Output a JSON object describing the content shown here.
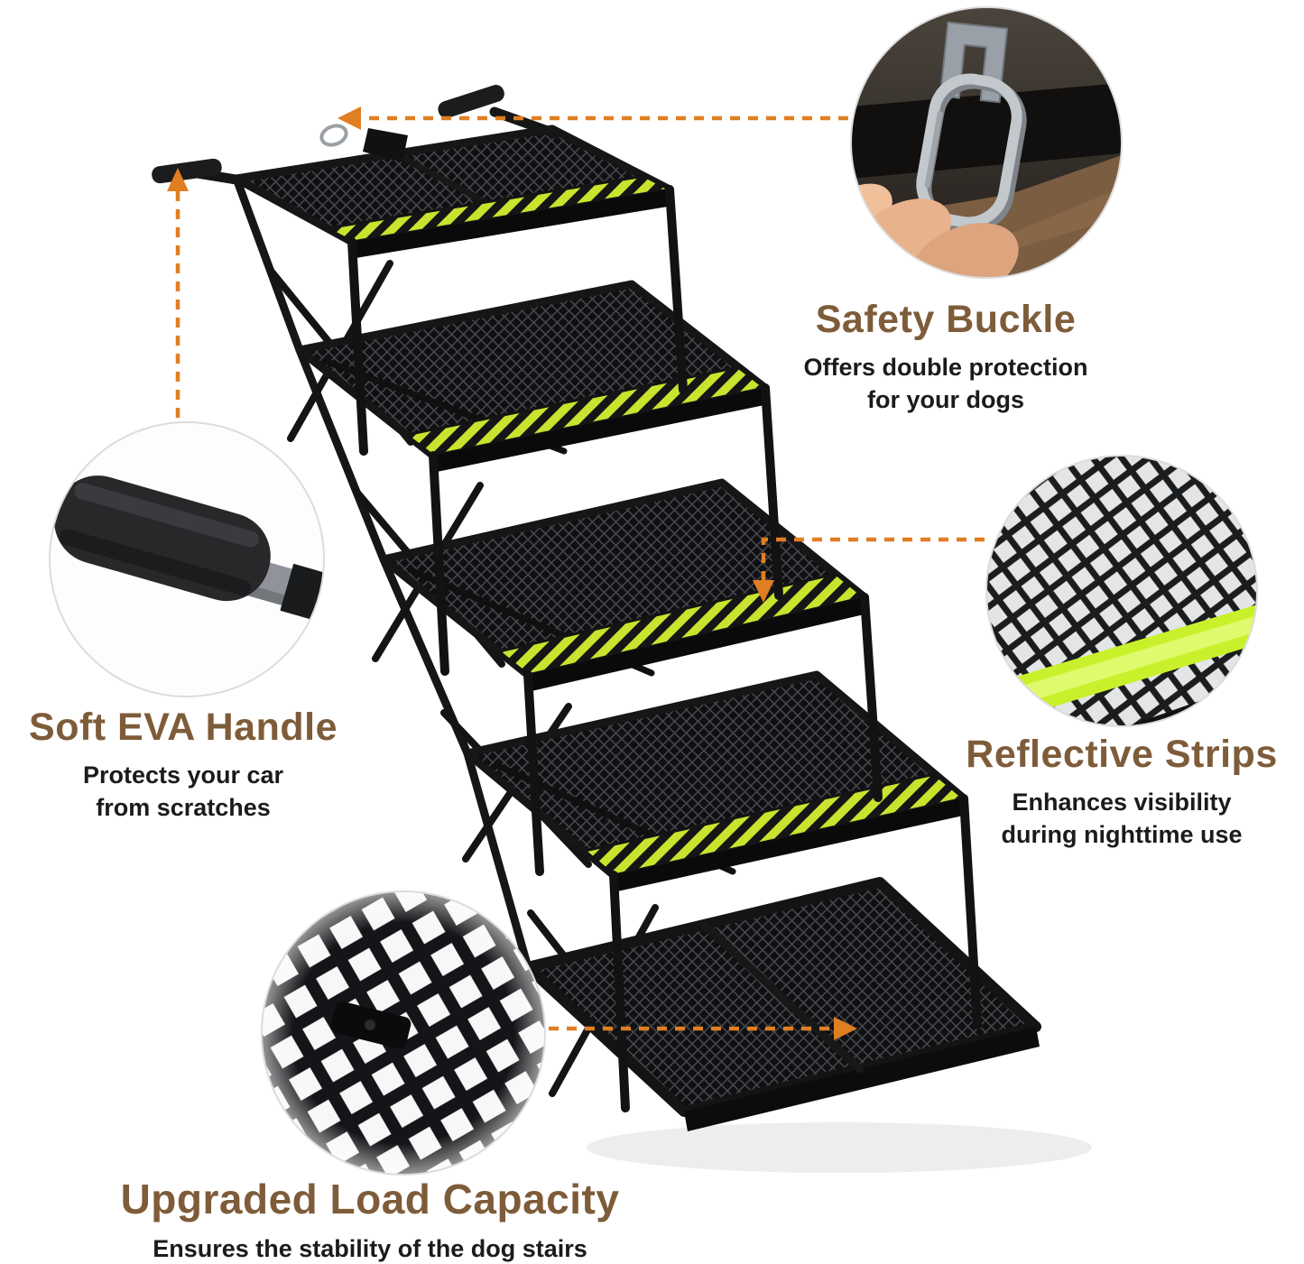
{
  "background": "#ffffff",
  "colors": {
    "heading_brown": "#7e5c39",
    "body_text": "#1b1b1b",
    "arrow_orange": "#e07e22",
    "reflective_strip_yellow": "#c9e32e",
    "frame_black": "#141414"
  },
  "features": {
    "safety_buckle": {
      "title": "Safety Buckle",
      "lines": [
        "Offers double protection",
        "for your dogs"
      ],
      "photo": "carabiner-buckle-closeup"
    },
    "eva_handle": {
      "title": "Soft EVA Handle",
      "lines": [
        "Protects your car",
        "from scratches"
      ],
      "photo": "foam-handle-closeup"
    },
    "reflective_strips": {
      "title": "Reflective Strips",
      "lines": [
        "Enhances visibility",
        "during nighttime use"
      ],
      "photo": "reflective-strip-mesh-closeup"
    },
    "load_capacity": {
      "title": "Upgraded Load Capacity",
      "lines": [
        "Ensures the stability of the dog stairs"
      ],
      "photo": "metal-mesh-closeup"
    }
  }
}
